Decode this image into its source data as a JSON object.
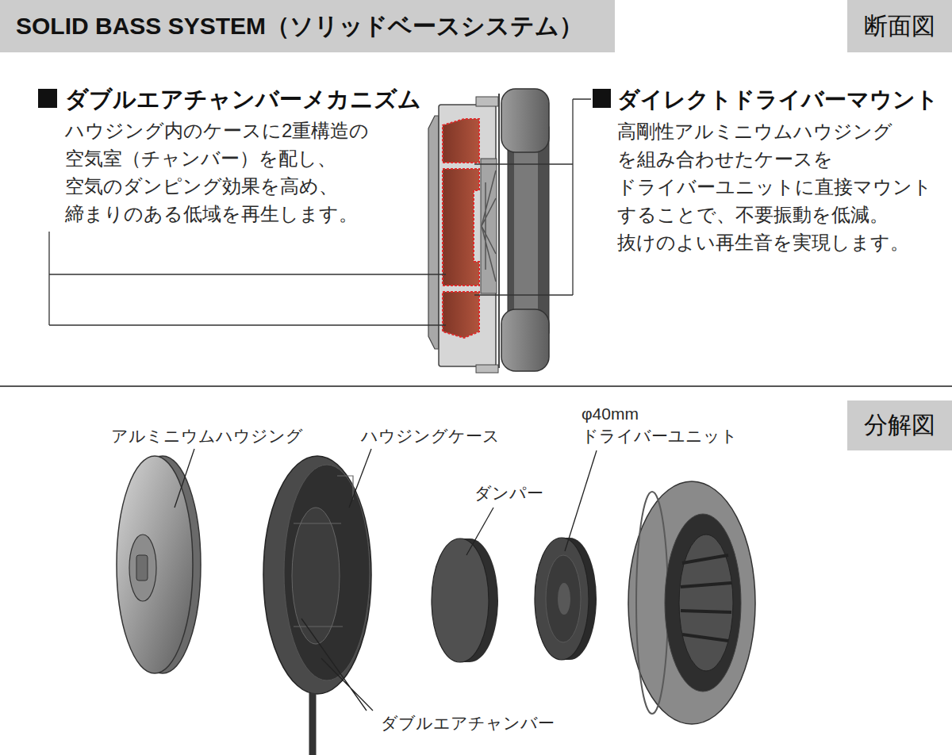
{
  "diagram": {
    "title": "SOLID BASS SYSTEM（ソリッドベースシステム）",
    "nodes": [
      {
        "text": [
          "断面図"
        ]
      },
      {
        "text": [
          "分解図"
        ]
      }
    ],
    "labels": [
      "ダブルエアチャンバーメカニズム",
      "ハウジング内のケースに2重構造の 空気室（チャンバー）を配し、 空気のダンピング効果を高め、 締まりのある低域を再生します。",
      "ダイレクトドライバーマウント",
      "高剛性アルミニウムハウジング を組み合わせたケースを ドライバーユニットに直接マウント することで、不要振動を低減。 抜けのよい再生音を実現します。",
      "アルミニウムハウジング",
      "ハウジングケース",
      "φ40mm ドライバーユニット",
      "ダンパー",
      "ダブルエアチャンバー"
    ]
  }
}
